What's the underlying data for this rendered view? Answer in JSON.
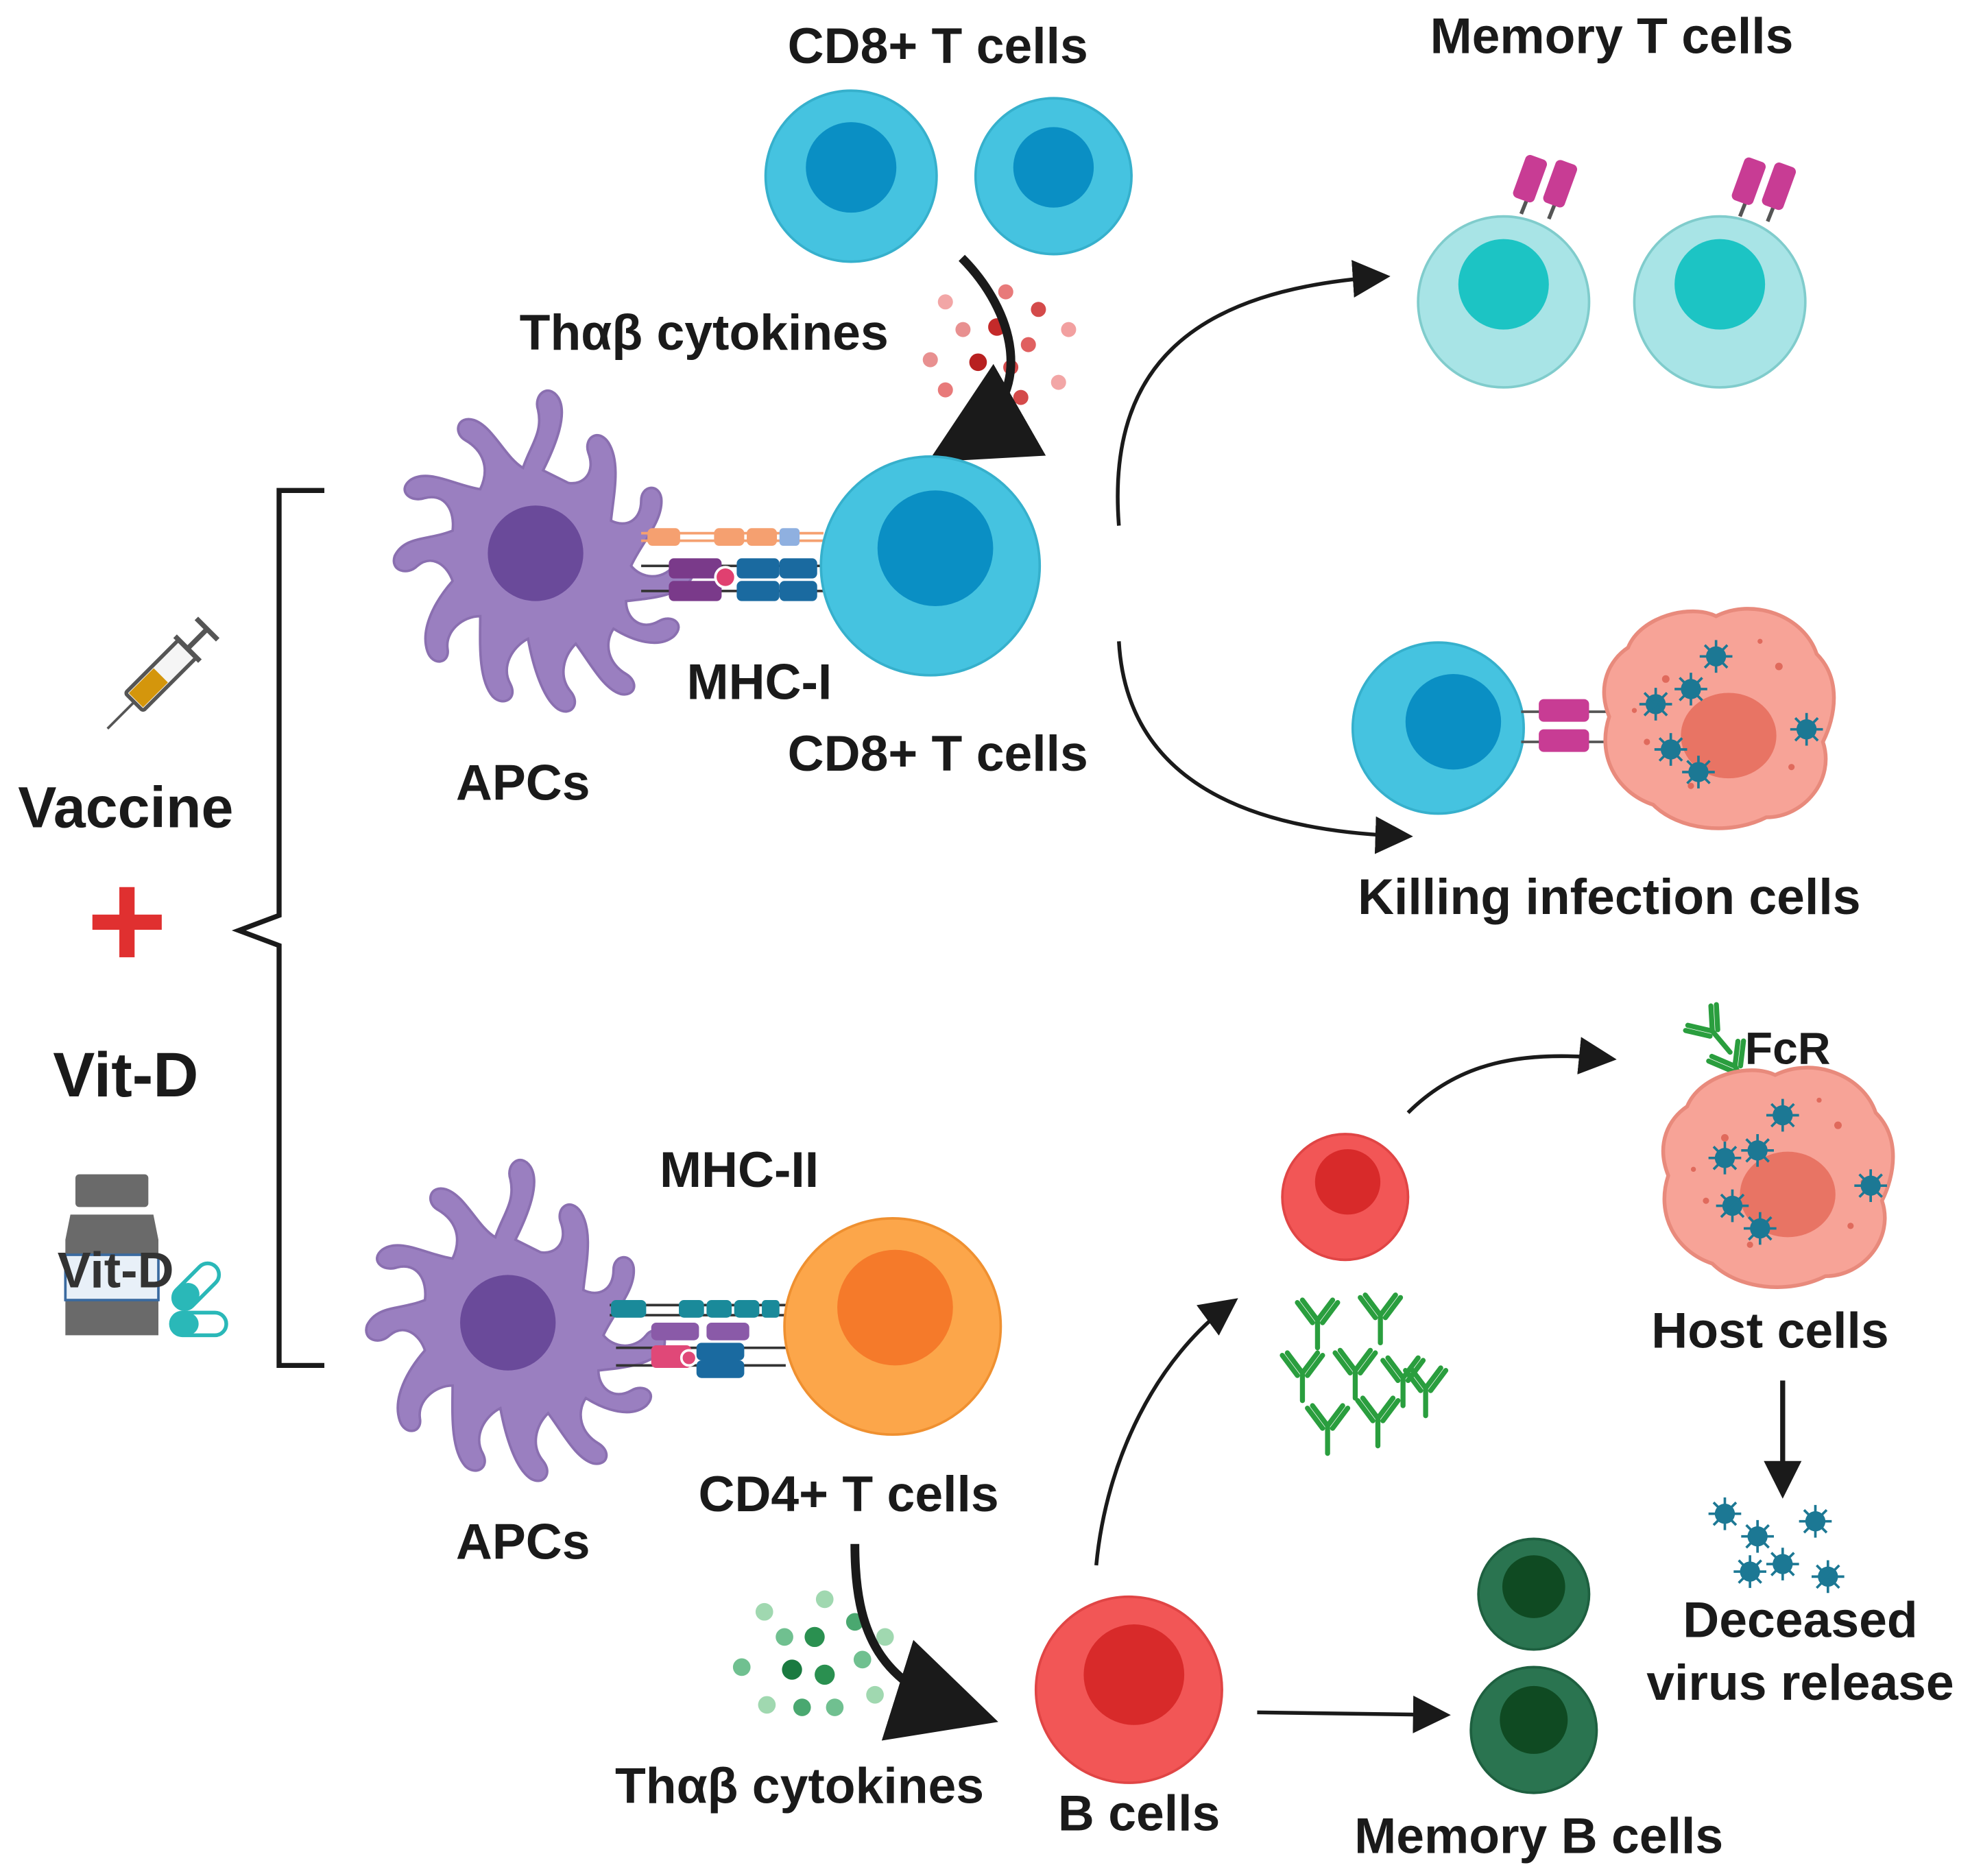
{
  "labels": {
    "cd8_top": "CD8+ T cells",
    "memory_t": "Memory T cells",
    "th_cytokines_top": "Thαβ cytokines",
    "mhc1": "MHC-I",
    "apcs_top": "APCs",
    "cd8_mid": "CD8+ T cells",
    "killing": "Killing infection cells",
    "vaccine": "Vaccine",
    "plus": "+",
    "vitd": "Vit-D",
    "vitd_bottle": "Vit-D",
    "mhc2": "MHC-II",
    "fcr": "FcR",
    "host_cells": "Host cells",
    "apcs_bottom": "APCs",
    "cd4": "CD4+ T cells",
    "deceased_line1": "Deceased",
    "deceased_line2": "virus release",
    "th_cytokines_bottom": "Thαβ cytokines",
    "b_cells": "B cells",
    "memory_b": "Memory B cells"
  },
  "colors": {
    "cd8_cell": "#45c3e0",
    "cd8_nucleus": "#0a8fc4",
    "memory_t_cell": "#a8e4e6",
    "memory_t_nucleus": "#1cc4c4",
    "apc": "#9a7fc0",
    "apc_nucleus": "#6a4a9a",
    "cd4_cell": "#fca64a",
    "cd4_nucleus": "#f57a2a",
    "b_cell": "#f25656",
    "b_nucleus": "#d82a2a",
    "memory_b_cell": "#2a7450",
    "memory_b_nucleus": "#0f4a22",
    "host_cell": "#f7a397",
    "host_nucleus": "#e87464",
    "virus": "#1c7894",
    "antibody": "#2a9e3e",
    "receptor_magenta": "#c83c94",
    "plus_red": "#e03030",
    "arrow": "#1a1a1a"
  }
}
